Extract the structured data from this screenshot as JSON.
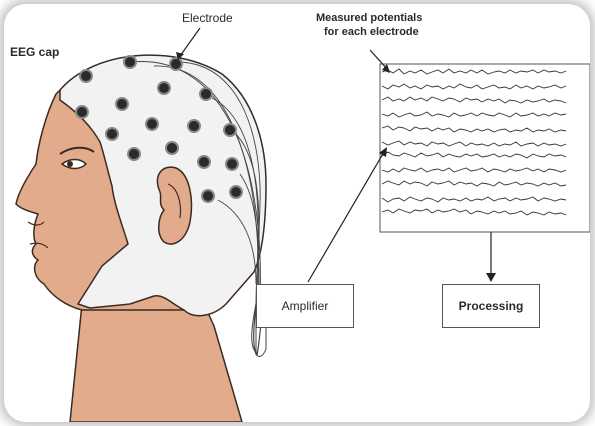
{
  "labels": {
    "eeg_cap": "EEG cap",
    "electrode": "Electrode",
    "measured_line1": "Measured potentials",
    "measured_line2": "for each electrode"
  },
  "boxes": {
    "amplifier": "Amplifier",
    "processing": "Processing"
  },
  "colors": {
    "skin": "#e2ac8c",
    "cap": "#f2f2f2",
    "electrode": "#2a2a2a",
    "line": "#333333"
  }
}
